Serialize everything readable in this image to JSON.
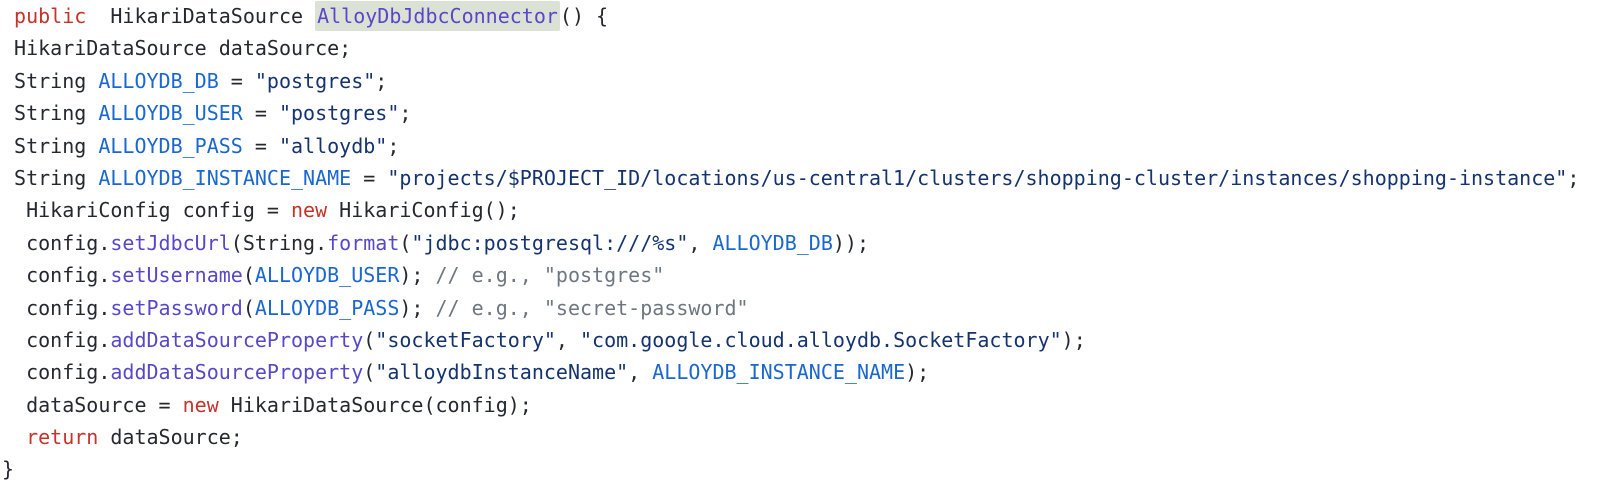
{
  "code": {
    "language": "java",
    "highlighted_symbol": "AlloyDbJdbcConnector",
    "palette": {
      "plain": "#24292f",
      "keyword": "#c5342b",
      "constant": "#1a67cf",
      "function": "#5748c9",
      "string": "#14336f",
      "comment": "#6e7781",
      "highlight_bg": "#dbe1d5",
      "background": "#ffffff"
    },
    "lines": [
      {
        "tokens": [
          {
            "t": " "
          },
          {
            "t": "public",
            "c": "keyword"
          },
          {
            "t": "  HikariDataSource "
          },
          {
            "t": "AlloyDbJdbcConnector",
            "c": "function",
            "hl": true
          },
          {
            "t": "() {"
          }
        ]
      },
      {
        "tokens": [
          {
            "t": " HikariDataSource dataSource;"
          }
        ]
      },
      {
        "tokens": [
          {
            "t": " String "
          },
          {
            "t": "ALLOYDB_DB",
            "c": "constant"
          },
          {
            "t": " = "
          },
          {
            "t": "\"postgres\"",
            "c": "string"
          },
          {
            "t": ";"
          }
        ]
      },
      {
        "tokens": [
          {
            "t": " String "
          },
          {
            "t": "ALLOYDB_USER",
            "c": "constant"
          },
          {
            "t": " = "
          },
          {
            "t": "\"postgres\"",
            "c": "string"
          },
          {
            "t": ";"
          }
        ]
      },
      {
        "tokens": [
          {
            "t": " String "
          },
          {
            "t": "ALLOYDB_PASS",
            "c": "constant"
          },
          {
            "t": " = "
          },
          {
            "t": "\"alloydb\"",
            "c": "string"
          },
          {
            "t": ";"
          }
        ]
      },
      {
        "tokens": [
          {
            "t": " String "
          },
          {
            "t": "ALLOYDB_INSTANCE_NAME",
            "c": "constant"
          },
          {
            "t": " = "
          },
          {
            "t": "\"projects/$PROJECT_ID/locations/us-central1/clusters/shopping-cluster/instances/shopping-instance\"",
            "c": "string"
          },
          {
            "t": ";"
          }
        ]
      },
      {
        "tokens": [
          {
            "t": "  HikariConfig config = "
          },
          {
            "t": "new",
            "c": "keyword"
          },
          {
            "t": " HikariConfig();"
          }
        ]
      },
      {
        "tokens": [
          {
            "t": "  config."
          },
          {
            "t": "setJdbcUrl",
            "c": "function"
          },
          {
            "t": "(String."
          },
          {
            "t": "format",
            "c": "function"
          },
          {
            "t": "("
          },
          {
            "t": "\"jdbc:postgresql:///%s\"",
            "c": "string"
          },
          {
            "t": ", "
          },
          {
            "t": "ALLOYDB_DB",
            "c": "constant"
          },
          {
            "t": "));"
          }
        ]
      },
      {
        "tokens": [
          {
            "t": "  config."
          },
          {
            "t": "setUsername",
            "c": "function"
          },
          {
            "t": "("
          },
          {
            "t": "ALLOYDB_USER",
            "c": "constant"
          },
          {
            "t": "); "
          },
          {
            "t": "// e.g., \"postgres\"",
            "c": "comment"
          }
        ]
      },
      {
        "tokens": [
          {
            "t": "  config."
          },
          {
            "t": "setPassword",
            "c": "function"
          },
          {
            "t": "("
          },
          {
            "t": "ALLOYDB_PASS",
            "c": "constant"
          },
          {
            "t": "); "
          },
          {
            "t": "// e.g., \"secret-password\"",
            "c": "comment"
          }
        ]
      },
      {
        "tokens": [
          {
            "t": "  config."
          },
          {
            "t": "addDataSourceProperty",
            "c": "function"
          },
          {
            "t": "("
          },
          {
            "t": "\"socketFactory\"",
            "c": "string"
          },
          {
            "t": ", "
          },
          {
            "t": "\"com.google.cloud.alloydb.SocketFactory\"",
            "c": "string"
          },
          {
            "t": ");"
          }
        ]
      },
      {
        "tokens": [
          {
            "t": "  config."
          },
          {
            "t": "addDataSourceProperty",
            "c": "function"
          },
          {
            "t": "("
          },
          {
            "t": "\"alloydbInstanceName\"",
            "c": "string"
          },
          {
            "t": ", "
          },
          {
            "t": "ALLOYDB_INSTANCE_NAME",
            "c": "constant"
          },
          {
            "t": ");"
          }
        ]
      },
      {
        "tokens": [
          {
            "t": "  dataSource = "
          },
          {
            "t": "new",
            "c": "keyword"
          },
          {
            "t": " HikariDataSource(config);"
          }
        ]
      },
      {
        "tokens": [
          {
            "t": "  "
          },
          {
            "t": "return",
            "c": "keyword"
          },
          {
            "t": " dataSource;"
          }
        ]
      },
      {
        "tokens": [
          {
            "t": "}"
          }
        ]
      }
    ]
  }
}
